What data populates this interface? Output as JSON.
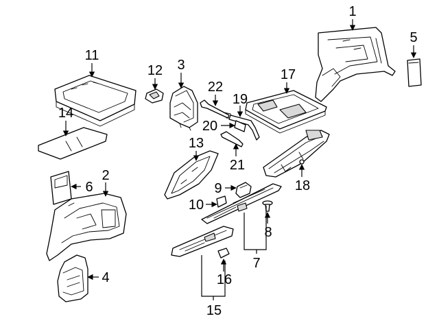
{
  "callouts": {
    "c1": "1",
    "c2": "2",
    "c4": "4",
    "c5": "5",
    "c6": "6",
    "c7": "7",
    "c8": "8",
    "c9": "9",
    "c10": "10",
    "c11": "11",
    "c12": "12",
    "c13": "13",
    "c14": "14",
    "c15": "15",
    "c16": "16",
    "c17": "17",
    "c18": "18",
    "c19": "19",
    "c20": "20",
    "c21": "21",
    "c22": "22",
    "c3": "3"
  },
  "arrowhead_style": "filled-triangle",
  "line_color": "#000000",
  "background_color": "#ffffff"
}
